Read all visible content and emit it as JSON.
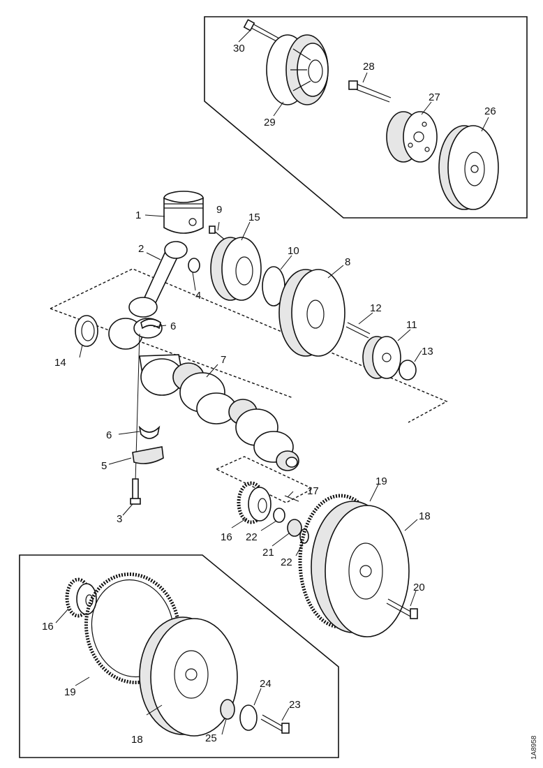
{
  "diagram": {
    "document_id": "1A8958",
    "callouts": [
      {
        "id": "c1",
        "text": "1"
      },
      {
        "id": "c2",
        "text": "2"
      },
      {
        "id": "c3",
        "text": "3"
      },
      {
        "id": "c4",
        "text": "4"
      },
      {
        "id": "c5",
        "text": "5"
      },
      {
        "id": "c6a",
        "text": "6"
      },
      {
        "id": "c6b",
        "text": "6"
      },
      {
        "id": "c7",
        "text": "7"
      },
      {
        "id": "c8",
        "text": "8"
      },
      {
        "id": "c9",
        "text": "9"
      },
      {
        "id": "c10",
        "text": "10"
      },
      {
        "id": "c11",
        "text": "11"
      },
      {
        "id": "c12",
        "text": "12"
      },
      {
        "id": "c13",
        "text": "13"
      },
      {
        "id": "c14",
        "text": "14"
      },
      {
        "id": "c15",
        "text": "15"
      },
      {
        "id": "c16a",
        "text": "16"
      },
      {
        "id": "c16b",
        "text": "16"
      },
      {
        "id": "c17",
        "text": "17"
      },
      {
        "id": "c18a",
        "text": "18"
      },
      {
        "id": "c18b",
        "text": "18"
      },
      {
        "id": "c19a",
        "text": "19"
      },
      {
        "id": "c19b",
        "text": "19"
      },
      {
        "id": "c20",
        "text": "20"
      },
      {
        "id": "c21",
        "text": "21"
      },
      {
        "id": "c22a",
        "text": "22"
      },
      {
        "id": "c22b",
        "text": "22"
      },
      {
        "id": "c23",
        "text": "23"
      },
      {
        "id": "c24",
        "text": "24"
      },
      {
        "id": "c25",
        "text": "25"
      },
      {
        "id": "c26",
        "text": "26"
      },
      {
        "id": "c27",
        "text": "27"
      },
      {
        "id": "c28",
        "text": "28"
      },
      {
        "id": "c29",
        "text": "29"
      },
      {
        "id": "c30",
        "text": "30"
      }
    ]
  }
}
